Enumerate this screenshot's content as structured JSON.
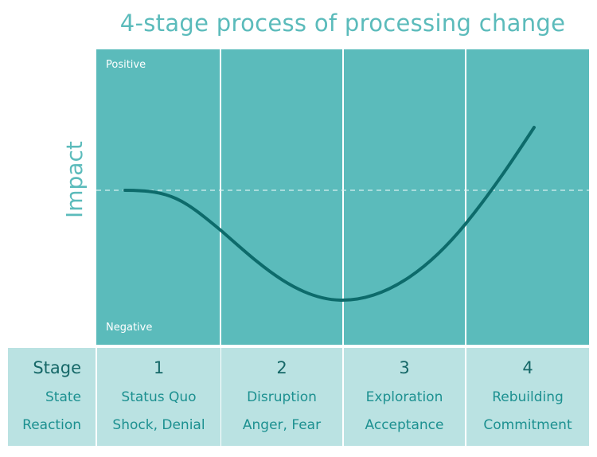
{
  "title": "4-stage process of processing change",
  "y_axis_label": "Impact",
  "top_label": "Positive",
  "bottom_label": "Negative",
  "colors": {
    "panel": "#5bbbbb",
    "table_cell": "#bae2e2",
    "curve": "#0d6b6b",
    "title": "#5bbbbb",
    "stage_text": "#166868",
    "sub_text": "#1c9090"
  },
  "table": {
    "row_labels": [
      "Stage",
      "State",
      "Reaction"
    ],
    "columns": [
      {
        "stage": "1",
        "state": "Status Quo",
        "reaction": "Shock, Denial"
      },
      {
        "stage": "2",
        "state": "Disruption",
        "reaction": "Anger, Fear"
      },
      {
        "stage": "3",
        "state": "Exploration",
        "reaction": "Acceptance"
      },
      {
        "stage": "4",
        "state": "Rebuilding",
        "reaction": "Commitment"
      }
    ]
  },
  "chart_data": {
    "type": "line",
    "title": "4-stage process of processing change",
    "xlabel": "Stage",
    "ylabel": "Impact",
    "categories": [
      "1",
      "2",
      "3",
      "4"
    ],
    "y_labels": {
      "top": "Positive",
      "bottom": "Negative"
    },
    "baseline": "dashed midline = neutral impact",
    "series": [
      {
        "name": "Impact curve",
        "description": "Starts at neutral in stage 1, drops through stage 2, bottoms at the boundary of stages 2/3, rises above neutral in stage 4",
        "values_relative": [
          {
            "x": 0.15,
            "y": 0.0
          },
          {
            "x": 1.0,
            "y": -0.28
          },
          {
            "x": 2.0,
            "y": -0.76
          },
          {
            "x": 3.0,
            "y": -0.02
          },
          {
            "x": 3.6,
            "y": 0.45
          }
        ]
      }
    ],
    "ylim": [
      -1,
      1
    ],
    "grid": "vertical dividers between stages"
  }
}
